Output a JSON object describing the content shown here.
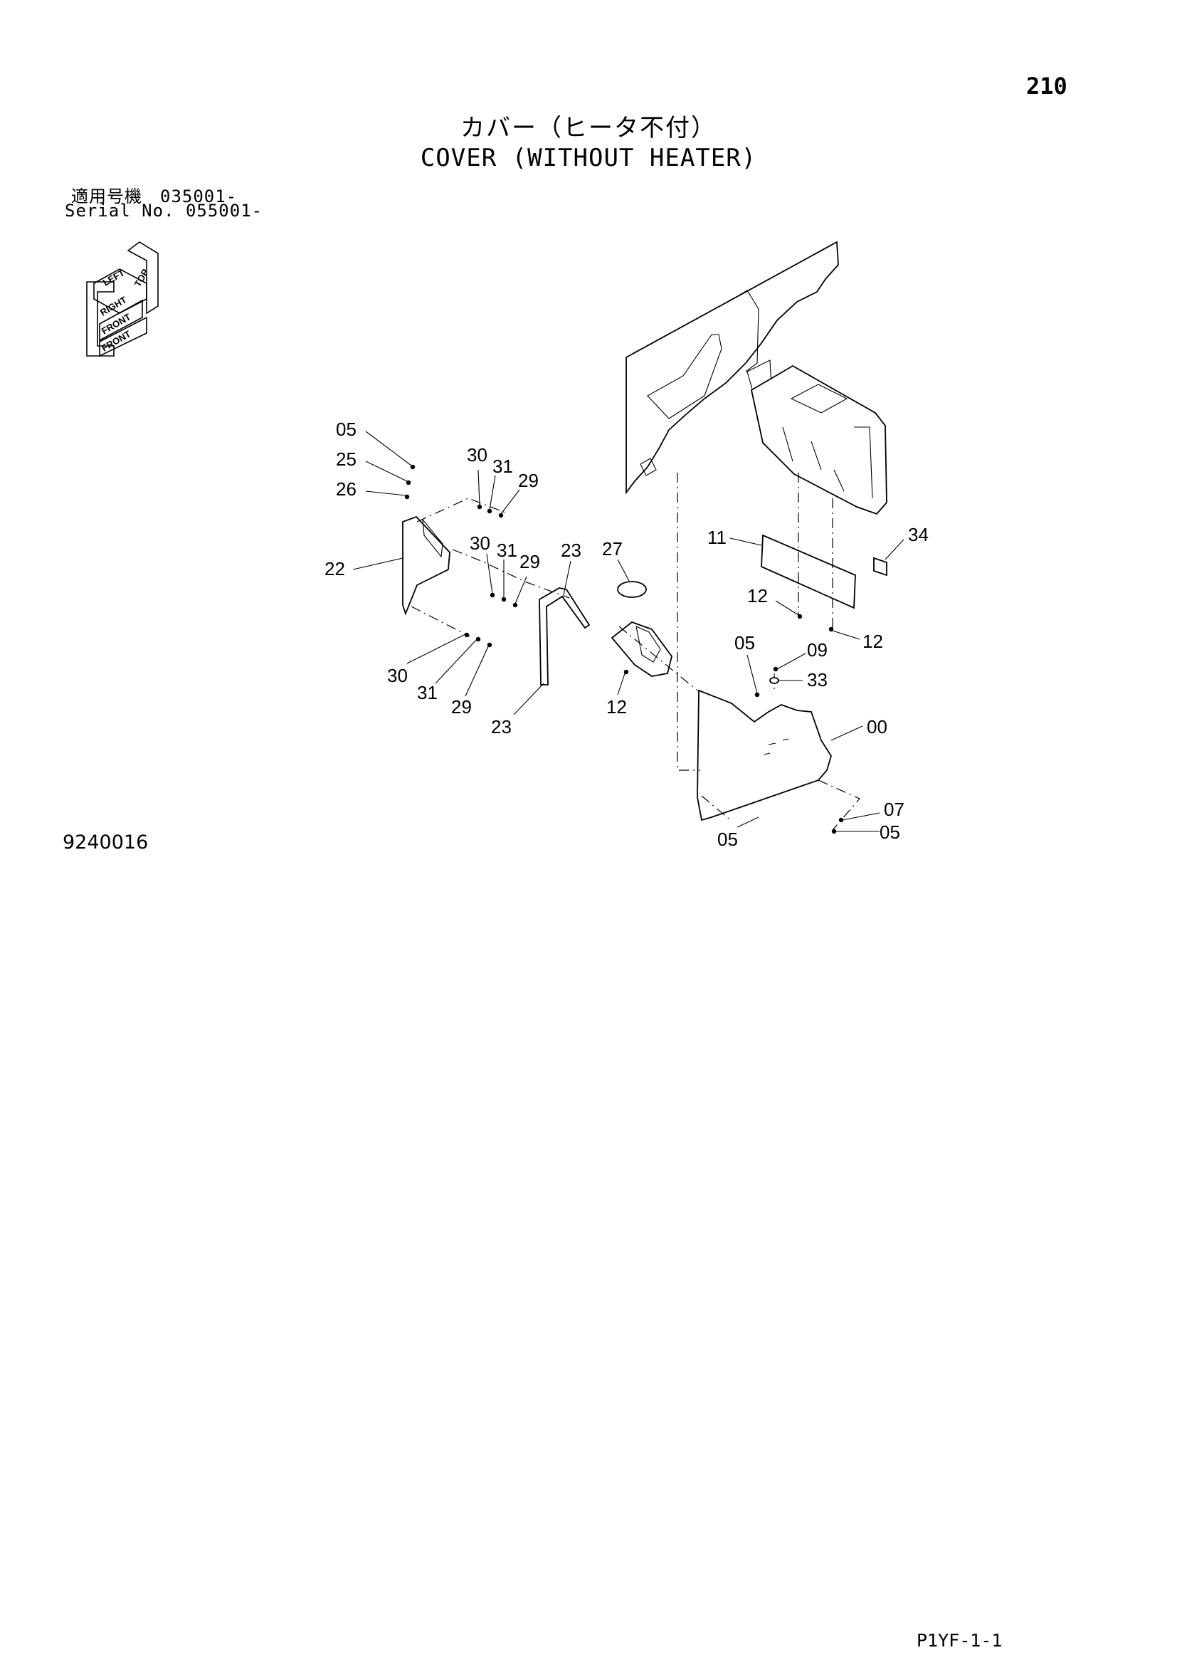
{
  "header": {
    "page_number": "210",
    "title_jp": "カバー（ヒータ不付）",
    "title_en": "COVER (WITHOUT HEATER)",
    "serial_jp": "適用号機　035001-",
    "serial_en": "Serial No. 055001-"
  },
  "orientation_icon": {
    "labels": [
      "LEFT",
      "TOP",
      "RIGHT",
      "FRONT",
      "FRONT"
    ]
  },
  "callouts": [
    "05",
    "25",
    "26",
    "30",
    "31",
    "29",
    "22",
    "30",
    "31",
    "29",
    "23",
    "27",
    "11",
    "34",
    "12",
    "12",
    "05",
    "09",
    "33",
    "00",
    "30",
    "31",
    "29",
    "23",
    "12",
    "07",
    "05",
    "05"
  ],
  "footer": {
    "drawing_no": "9240016",
    "page_code": "P1YF-1-1"
  }
}
